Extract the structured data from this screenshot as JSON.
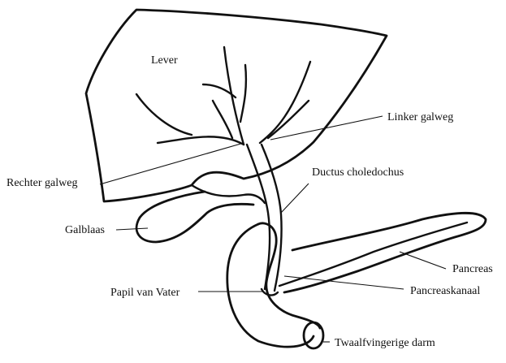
{
  "labels": {
    "liver": "Lever",
    "left_bile_duct": "Linker galweg",
    "common_bile_duct": "Ductus choledochus",
    "right_bile_duct": "Rechter galweg",
    "gallbladder": "Galblaas",
    "pancreas": "Pancreas",
    "papilla_of_vater": "Papil van Vater",
    "pancreatic_duct": "Pancreaskanaal",
    "duodenum": "Twaalfvingerige darm"
  },
  "colors": {
    "ink": "#111111",
    "background": "#ffffff"
  }
}
